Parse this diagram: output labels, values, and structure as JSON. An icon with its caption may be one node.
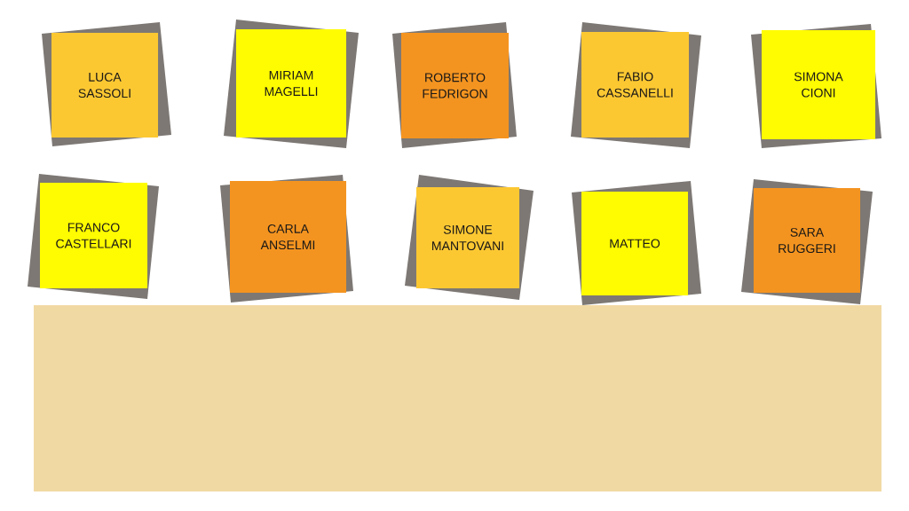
{
  "diagram": {
    "nodes": [
      {
        "text": [
          "LUCA SASSOLI"
        ]
      },
      {
        "text": [
          "MIRIAM MAGELLI"
        ]
      },
      {
        "text": [
          "ROBERTO FEDRIGON"
        ]
      },
      {
        "text": [
          "FABIO CASSANELLI"
        ]
      },
      {
        "text": [
          "SIMONA CIONI"
        ]
      },
      {
        "text": [
          "FRANCO CASTELLARI"
        ]
      },
      {
        "text": [
          "CARLA ANSELMI"
        ]
      },
      {
        "text": [
          "SIMONE MANTOVANI"
        ]
      },
      {
        "text": [
          "MATTEO"
        ]
      },
      {
        "text": [
          "SARA RUGGERI"
        ]
      }
    ]
  }
}
